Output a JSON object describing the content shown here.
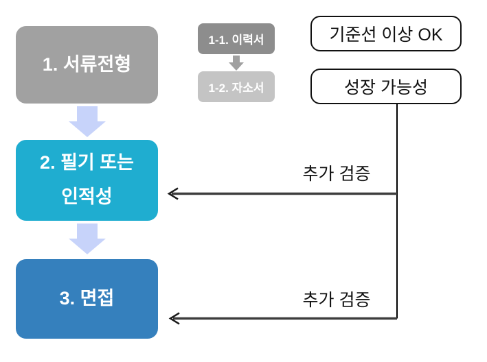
{
  "diagram_title": "recruitment-process-flow",
  "colors": {
    "step1_bg": "#a1a1a1",
    "step2_bg": "#1fadd0",
    "step3_bg": "#3580bd",
    "sub1_bg": "#8d8d8d",
    "sub2_bg": "#c4c4c4",
    "flow_arrow": "#c7d3fa",
    "sub_arrow": "#a0a0a0",
    "line": "#000000",
    "arrow_line": "#3d3d3d"
  },
  "main_steps": [
    {
      "label": "1. 서류전형"
    },
    {
      "label": "2. 필기 또는\n인적성"
    },
    {
      "label": "3. 면접"
    }
  ],
  "sub_steps": [
    {
      "label": "1-1. 이력서"
    },
    {
      "label": "1-2. 자소서"
    }
  ],
  "criteria": [
    {
      "label": "기준선 이상 OK"
    },
    {
      "label": "성장 가능성"
    }
  ],
  "annotations": [
    {
      "label": "추가 검증"
    },
    {
      "label": "추가 검증"
    }
  ]
}
